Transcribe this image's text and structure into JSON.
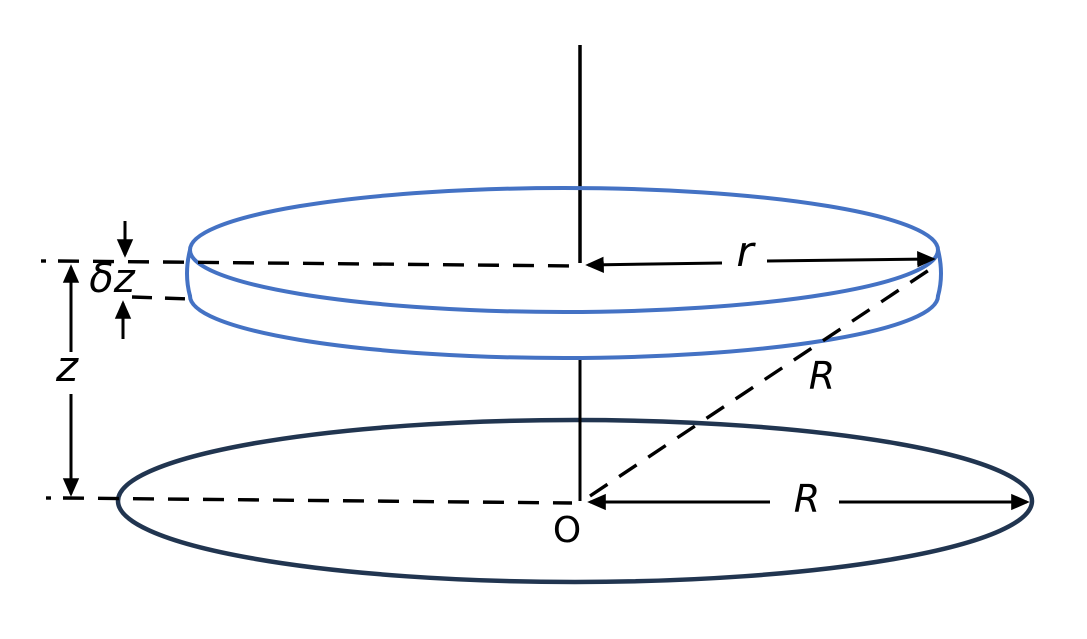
{
  "figure": {
    "labels": {
      "disc_thickness": "δz",
      "height": "z",
      "disc_radius": "r",
      "sphere_radius_diagonal": "R",
      "equator_radius": "R",
      "origin": "O"
    },
    "colors": {
      "disc_stroke": "#4472C4",
      "equator_stroke": "#213550",
      "line_color": "#000000",
      "background": "#FFFFFF"
    }
  }
}
